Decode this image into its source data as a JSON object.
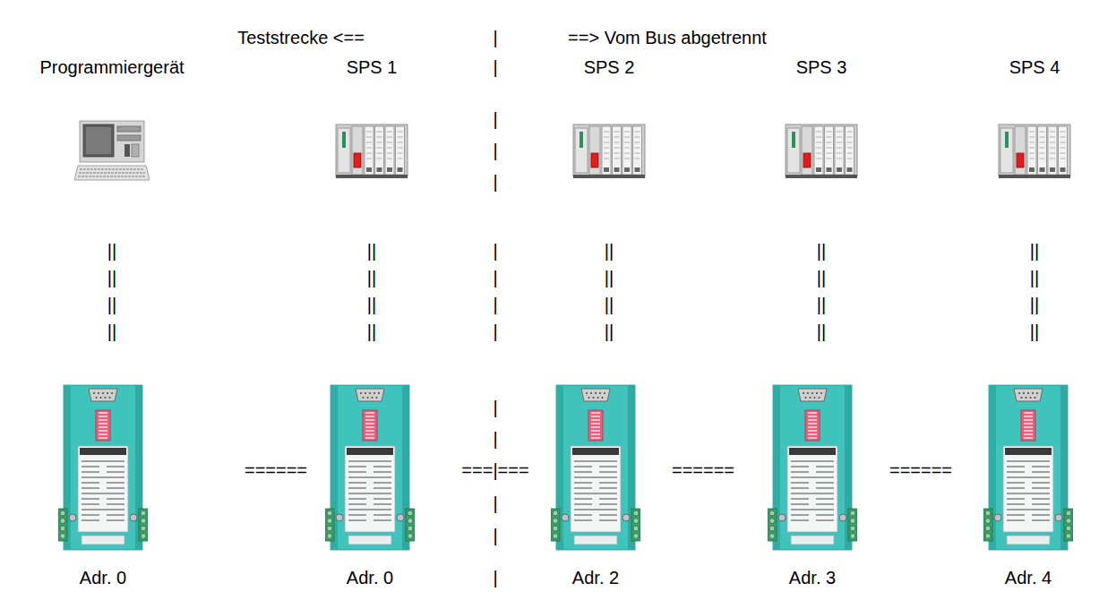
{
  "diagram": {
    "nodes": [
      {
        "text": [
          "Programmiergerät"
        ]
      },
      {
        "text": [
          "SPS 1"
        ]
      },
      {
        "text": [
          "SPS 2"
        ]
      },
      {
        "text": [
          "SPS 3"
        ]
      },
      {
        "text": [
          "SPS 4"
        ]
      },
      {
        "text": [
          "Adr. 0"
        ]
      },
      {
        "text": [
          "Adr. 0"
        ]
      },
      {
        "text": [
          "Adr. 2"
        ]
      },
      {
        "text": [
          "Adr. 3"
        ]
      },
      {
        "text": [
          "Adr. 4"
        ]
      }
    ],
    "labels": [
      "Teststrecke <==",
      "|",
      "==> Vom Bus abgetrennt",
      "|",
      "|",
      "|",
      "|",
      "||",
      "||",
      "|",
      "||",
      "||",
      "||",
      "||",
      "||",
      "|",
      "||",
      "||",
      "||",
      "||",
      "||",
      "|",
      "||",
      "||",
      "||",
      "||",
      "||",
      "|",
      "||",
      "||",
      "||",
      "|",
      "|",
      "======",
      "===|===",
      "======",
      "======",
      "|",
      "|",
      "|"
    ]
  }
}
